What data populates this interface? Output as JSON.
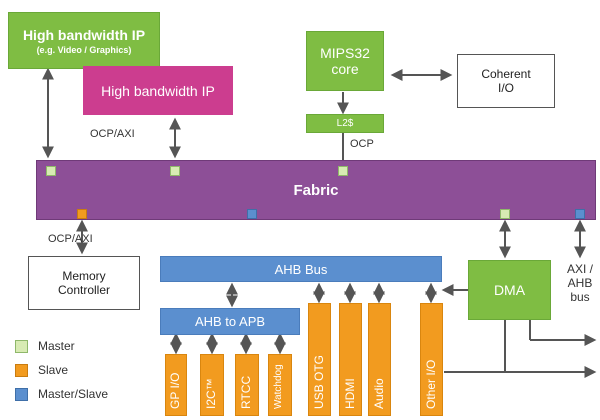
{
  "blocks": {
    "hbw_ip_1": {
      "title": "High bandwidth IP",
      "subtitle": "(e.g. Video / Graphics)"
    },
    "hbw_ip_2": {
      "title": "High bandwidth IP"
    },
    "mips": {
      "line1": "MIPS32",
      "line2": "core"
    },
    "coherent_io": {
      "line1": "Coherent",
      "line2": "I/O"
    },
    "l2": "L2$",
    "fabric": "Fabric",
    "memory_controller": {
      "line1": "Memory",
      "line2": "Controller"
    },
    "ahb_bus": "AHB Bus",
    "ahb_to_apb": "AHB to APB",
    "dma": "DMA",
    "peripherals": [
      "GP I/O",
      "I2C™",
      "RTCC",
      "Watchdog"
    ],
    "ahb_slaves": [
      "USB OTG",
      "HDMI",
      "Audio",
      "Other I/O"
    ]
  },
  "bus_labels": {
    "ocp_axi_top": "OCP/AXI",
    "ocp": "OCP",
    "ocp_axi_bottom": "OCP/AXI",
    "axi_ahb_bus": [
      "AXI /",
      "AHB",
      "bus"
    ]
  },
  "legend": [
    {
      "label": "Master",
      "color": "#d8ebb3"
    },
    {
      "label": "Slave",
      "color": "#f29b1f"
    },
    {
      "label": "Master/Slave",
      "color": "#5b8fcf"
    }
  ],
  "colors": {
    "green": "#7fbd43",
    "magenta": "#cc3d8f",
    "purple": "#8d4f97",
    "blue": "#5b8fcf",
    "orange": "#f29b1f"
  }
}
